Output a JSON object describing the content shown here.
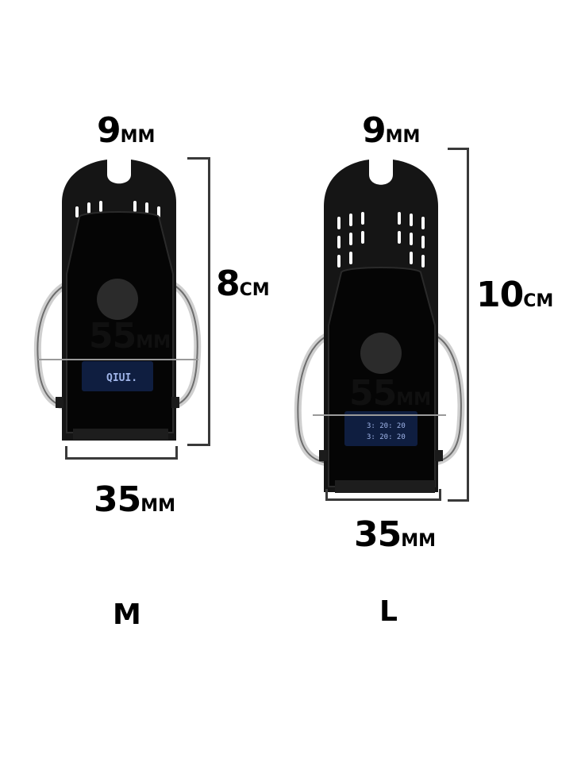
{
  "medium": {
    "top_width": "9",
    "top_unit": "MM",
    "height": "8",
    "height_unit": "CM",
    "bottom_width": "35",
    "bottom_unit": "MM",
    "ring_diameter": "55",
    "ring_unit": "MM",
    "screen_label": "QIUI.",
    "size_label": "M"
  },
  "large": {
    "top_width": "9",
    "top_unit": "MM",
    "height": "10",
    "height_unit": "CM",
    "bottom_width": "35",
    "bottom_unit": "MM",
    "ring_diameter": "55",
    "ring_unit": "MM",
    "screen_line1": "3: 20: 20",
    "screen_line2": "3: 20: 20",
    "size_label": "L"
  },
  "colors": {
    "device_body": "#0d0d0d",
    "screen": "#0f1e40",
    "bracket": "#3a3a3a",
    "steel": "#d9d9d9"
  }
}
